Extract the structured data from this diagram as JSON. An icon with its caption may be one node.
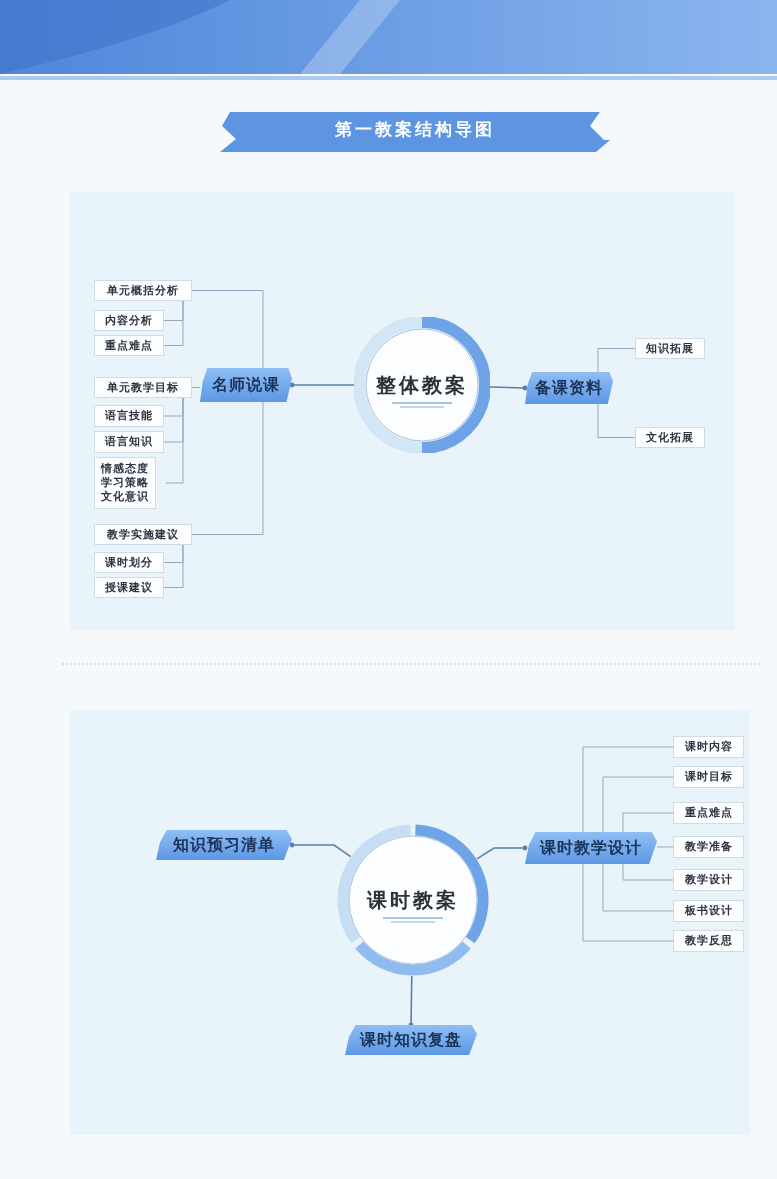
{
  "diagram": {
    "title": "第一教案结构导图",
    "nodes": [
      {
        "text": [
          "整体教案"
        ]
      },
      {
        "text": [
          "名师说课"
        ]
      },
      {
        "text": [
          "单元概括分析"
        ]
      },
      {
        "text": [
          "内容分析"
        ]
      },
      {
        "text": [
          "重点难点"
        ]
      },
      {
        "text": [
          "单元教学目标"
        ]
      },
      {
        "text": [
          "语言技能"
        ]
      },
      {
        "text": [
          "语言知识"
        ]
      },
      {
        "text": [
          "情感态度学习策略文化意识"
        ]
      },
      {
        "text": [
          "教学实施建议"
        ]
      },
      {
        "text": [
          "课时划分"
        ]
      },
      {
        "text": [
          "授课建议"
        ]
      },
      {
        "text": [
          "备课资料"
        ]
      },
      {
        "text": [
          "知识拓展"
        ]
      },
      {
        "text": [
          "文化拓展"
        ]
      },
      {
        "text": [
          "课时教案"
        ]
      },
      {
        "text": [
          "知识预习清单"
        ]
      },
      {
        "text": [
          "课时教学设计"
        ]
      },
      {
        "text": [
          "课时内容"
        ]
      },
      {
        "text": [
          "课时目标"
        ]
      },
      {
        "text": [
          "重点难点"
        ]
      },
      {
        "text": [
          "教学准备"
        ]
      },
      {
        "text": [
          "教学设计"
        ]
      },
      {
        "text": [
          "板书设计"
        ]
      },
      {
        "text": [
          "教学反思"
        ]
      },
      {
        "text": [
          "课时知识复盘"
        ]
      }
    ],
    "edges": [
      {
        "from": 0,
        "to": 1,
        "arrow": "other"
      },
      {
        "from": 1,
        "to": 2,
        "arrow": "none"
      },
      {
        "from": 1,
        "to": 5,
        "arrow": "none"
      },
      {
        "from": 1,
        "to": 9,
        "arrow": "none"
      },
      {
        "from": 2,
        "to": 3,
        "arrow": "none"
      },
      {
        "from": 2,
        "to": 4,
        "arrow": "none"
      },
      {
        "from": 5,
        "to": 6,
        "arrow": "none"
      },
      {
        "from": 5,
        "to": 7,
        "arrow": "none"
      },
      {
        "from": 5,
        "to": 8,
        "arrow": "none"
      },
      {
        "from": 9,
        "to": 10,
        "arrow": "none"
      },
      {
        "from": 9,
        "to": 11,
        "arrow": "none"
      },
      {
        "from": 0,
        "to": 12,
        "arrow": "other"
      },
      {
        "from": 12,
        "to": 13,
        "arrow": "none"
      },
      {
        "from": 12,
        "to": 14,
        "arrow": "none"
      },
      {
        "from": 15,
        "to": 16,
        "arrow": "other"
      },
      {
        "from": 15,
        "to": 17,
        "arrow": "other"
      },
      {
        "from": 15,
        "to": 25,
        "arrow": "other"
      },
      {
        "from": 17,
        "to": 18,
        "arrow": "none"
      },
      {
        "from": 17,
        "to": 19,
        "arrow": "none"
      },
      {
        "from": 17,
        "to": 20,
        "arrow": "none"
      },
      {
        "from": 17,
        "to": 21,
        "arrow": "none"
      },
      {
        "from": 17,
        "to": 22,
        "arrow": "none"
      },
      {
        "from": 17,
        "to": 23,
        "arrow": "none"
      },
      {
        "from": 17,
        "to": 24,
        "arrow": "none"
      }
    ]
  }
}
